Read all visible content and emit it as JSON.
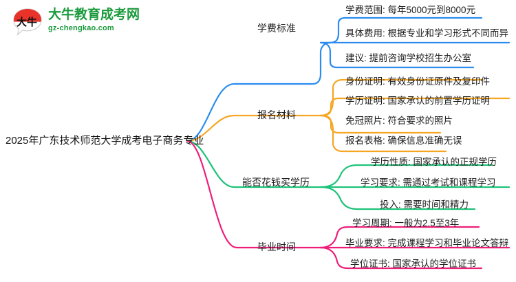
{
  "logo": {
    "mark_text": "大牛",
    "title": "大牛教育成考网",
    "subtitle": "gz-chengkao.com",
    "brand_color": "#1a9a3c",
    "mark_accent_color": "#e8332a"
  },
  "mindmap": {
    "root": {
      "label": "2025年广东技术师范大学成考电子商务专业"
    },
    "branches": [
      {
        "label": "学费标准",
        "color": "#2b8cf0",
        "children": [
          {
            "label": "学费范围: 每年5000元到8000元"
          },
          {
            "label": "具体费用: 根据专业和学习形式不同而异"
          },
          {
            "label": "建议: 提前咨询学校招生办公室"
          }
        ]
      },
      {
        "label": "报名材料",
        "color": "#f5a623",
        "children": [
          {
            "label": "身份证明: 有效身份证原件及复印件"
          },
          {
            "label": "学历证明: 国家承认的前置学历证明"
          },
          {
            "label": "免冠照片: 符合要求的照片"
          },
          {
            "label": "报名表格: 确保信息准确无误"
          }
        ]
      },
      {
        "label": "能否花钱买学历",
        "color": "#1fc27a",
        "children": [
          {
            "label": "学历性质: 国家承认的正规学历"
          },
          {
            "label": "学习要求: 需通过考试和课程学习"
          },
          {
            "label": "投入: 需要时间和精力"
          }
        ]
      },
      {
        "label": "毕业时间",
        "color": "#ed1e79",
        "children": [
          {
            "label": "学习周期: 一般为2.5至3年"
          },
          {
            "label": "毕业要求: 完成课程学习和毕业论文答辩"
          },
          {
            "label": "学位证书: 国家承认的学位证书"
          }
        ]
      }
    ]
  }
}
